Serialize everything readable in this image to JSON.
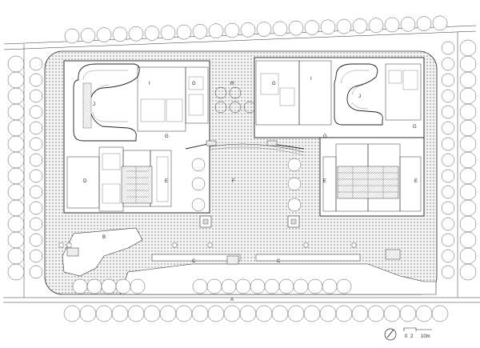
{
  "labels": {
    "A": "A",
    "B": "B",
    "C": "C",
    "D": "D",
    "E": "E",
    "F": "F",
    "G": "G",
    "H": "H",
    "I": "I",
    "J": "J"
  },
  "scale": {
    "tick_0": "0",
    "tick_2": "2",
    "length": "10m"
  }
}
